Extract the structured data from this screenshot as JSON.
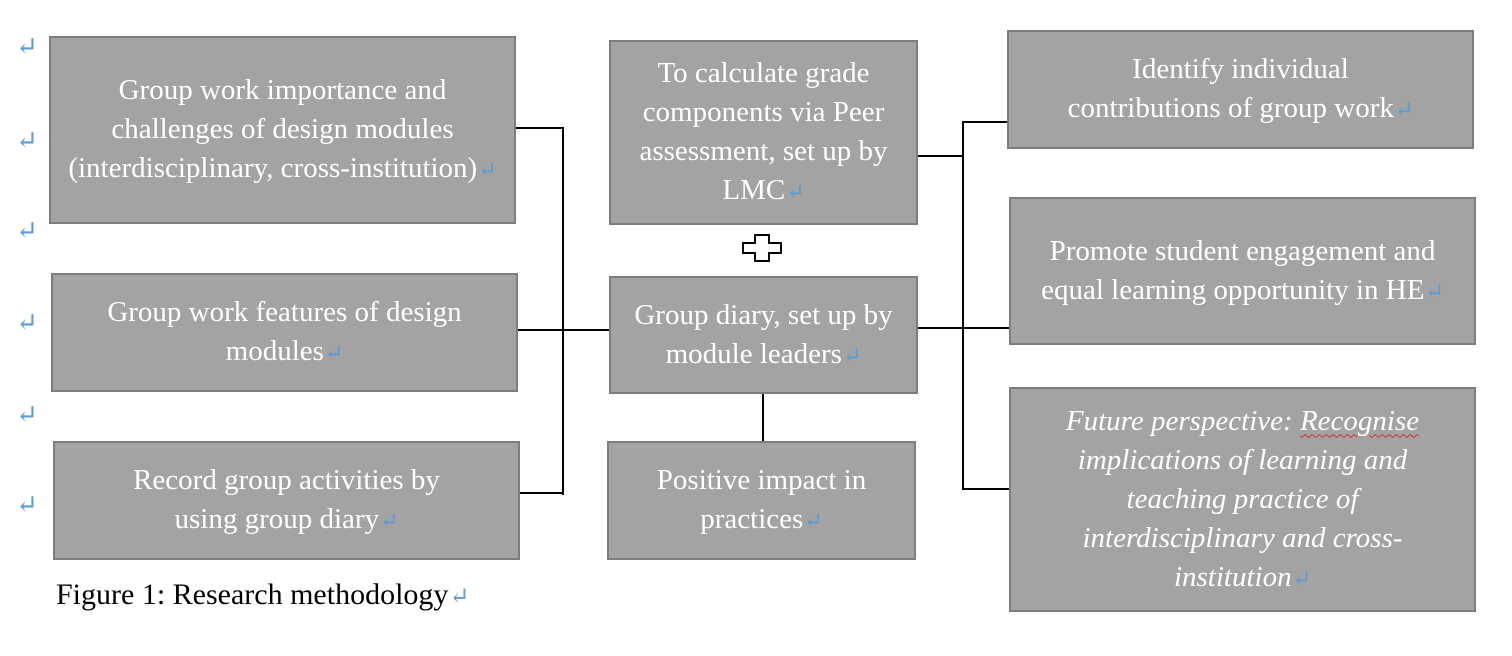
{
  "boxes": {
    "left_1": "Group work importance and challenges of design modules (interdisciplinary, cross-institution)",
    "left_2": "Group work features of design modules",
    "left_3": "Record group activities by using group diary",
    "mid_1": "To calculate grade components via Peer assessment, set up by LMC",
    "mid_2": "Group diary, set up by module leaders",
    "mid_3": "Positive impact in practices",
    "right_1": "Identify individual contributions of group work",
    "right_2": "Promote student engagement and equal learning opportunity in HE",
    "right_3_prefix": "Future perspective: ",
    "right_3_spell": "Recognise",
    "right_3_rest": " implications of learning and teaching practice of interdisciplinary and cross-institution"
  },
  "plus_symbol": "+",
  "paragraph_mark": "↵",
  "caption": "Figure 1: Research methodology",
  "colors": {
    "box_fill": "#a3a3a3",
    "box_border": "#7d7d7d",
    "box_text": "#ffffff",
    "paragraph_mark": "#5b9bd5",
    "connector": "#000000"
  }
}
